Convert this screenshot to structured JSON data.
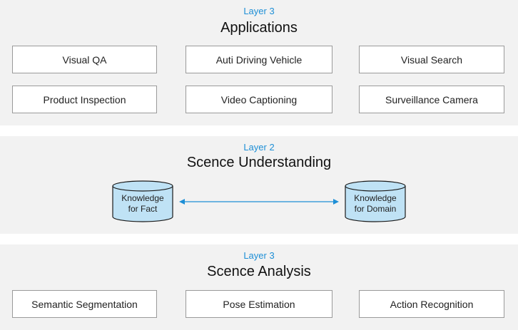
{
  "layers": [
    {
      "label": "Layer 3",
      "title": "Applications",
      "boxes": [
        "Visual QA",
        "Auti Driving Vehicle",
        "Visual Search",
        "Product Inspection",
        "Video Captioning",
        "Surveillance Camera"
      ]
    },
    {
      "label": "Layer 2",
      "title": "Scence Understanding",
      "knowledge": [
        {
          "line1": "Knowledge",
          "line2": "for Fact"
        },
        {
          "line1": "Knowledge",
          "line2": "for Domain"
        }
      ],
      "connector": "bidirectional-arrow"
    },
    {
      "label": "Layer 3",
      "title": "Scence Analysis",
      "boxes": [
        "Semantic Segmentation",
        "Pose Estimation",
        "Action Recognition"
      ]
    }
  ],
  "colors": {
    "band_background": "#f2f2f2",
    "layer_label": "#1e8fd6",
    "cylinder_fill": "#bfe2f5",
    "cylinder_stroke": "#1a1a1a",
    "arrow": "#1e8fd6"
  }
}
